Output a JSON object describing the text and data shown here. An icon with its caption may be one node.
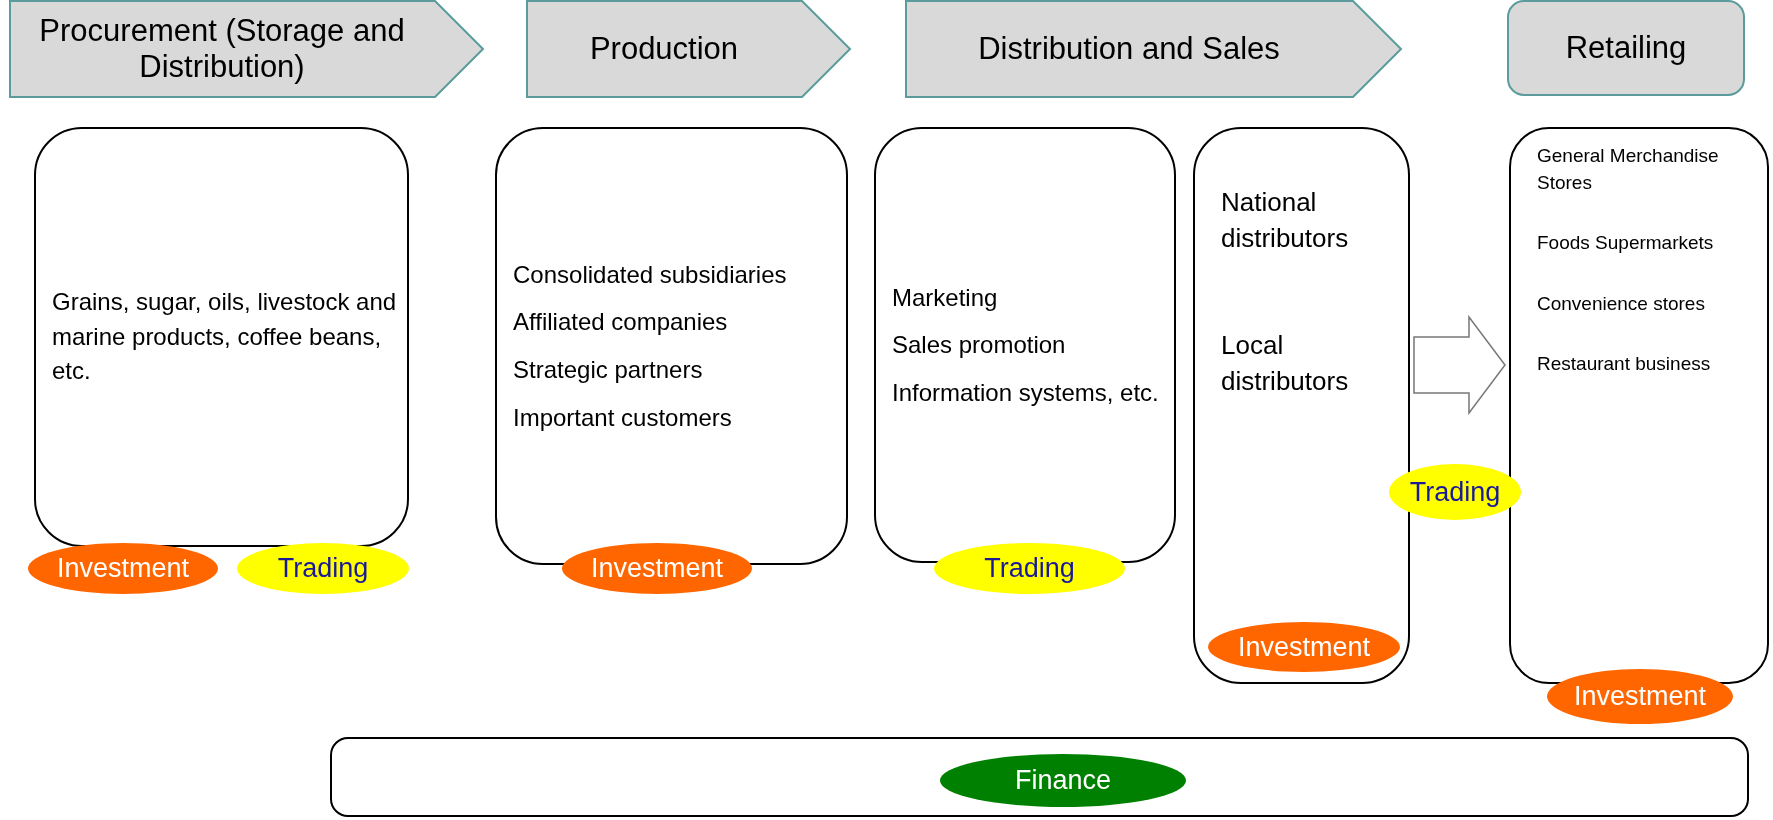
{
  "diagram": {
    "nodes": [
      {
        "text": [
          "Procurement (Storage and Distribution)"
        ]
      },
      {
        "text": [
          "Production"
        ]
      },
      {
        "text": [
          "Distribution and Sales"
        ]
      },
      {
        "text": [
          "Retailing"
        ]
      },
      {
        "text": [
          "Grains, sugar, oils, livestock and marine products, coffee beans, etc."
        ]
      },
      {
        "text": [
          "Investment"
        ]
      },
      {
        "text": [
          "Trading"
        ]
      },
      {
        "text": [
          "Consolidated subsidiaries",
          "Affiliated companies",
          "Strategic partners",
          "Important customers"
        ]
      },
      {
        "text": [
          "Investment"
        ]
      },
      {
        "text": [
          "Marketing",
          "Sales promotion",
          "Information systems, etc."
        ]
      },
      {
        "text": [
          "Trading"
        ]
      },
      {
        "text": [
          "National distributors",
          "Local distributors"
        ]
      },
      {
        "text": [
          "Investment"
        ],
        "in": 11
      },
      {
        "text": [
          "Trading"
        ]
      },
      {
        "text": [
          "General Merchandise Stores",
          "Foods Supermarkets",
          "Convenience stores",
          "Restaurant business"
        ]
      },
      {
        "text": [
          "Investment"
        ]
      },
      {
        "text": [],
        "shape": "box"
      },
      {
        "text": [
          "Finance"
        ],
        "in": 16
      }
    ],
    "edges": [
      {
        "from": 11,
        "to": 14,
        "arrow": "to"
      }
    ]
  }
}
